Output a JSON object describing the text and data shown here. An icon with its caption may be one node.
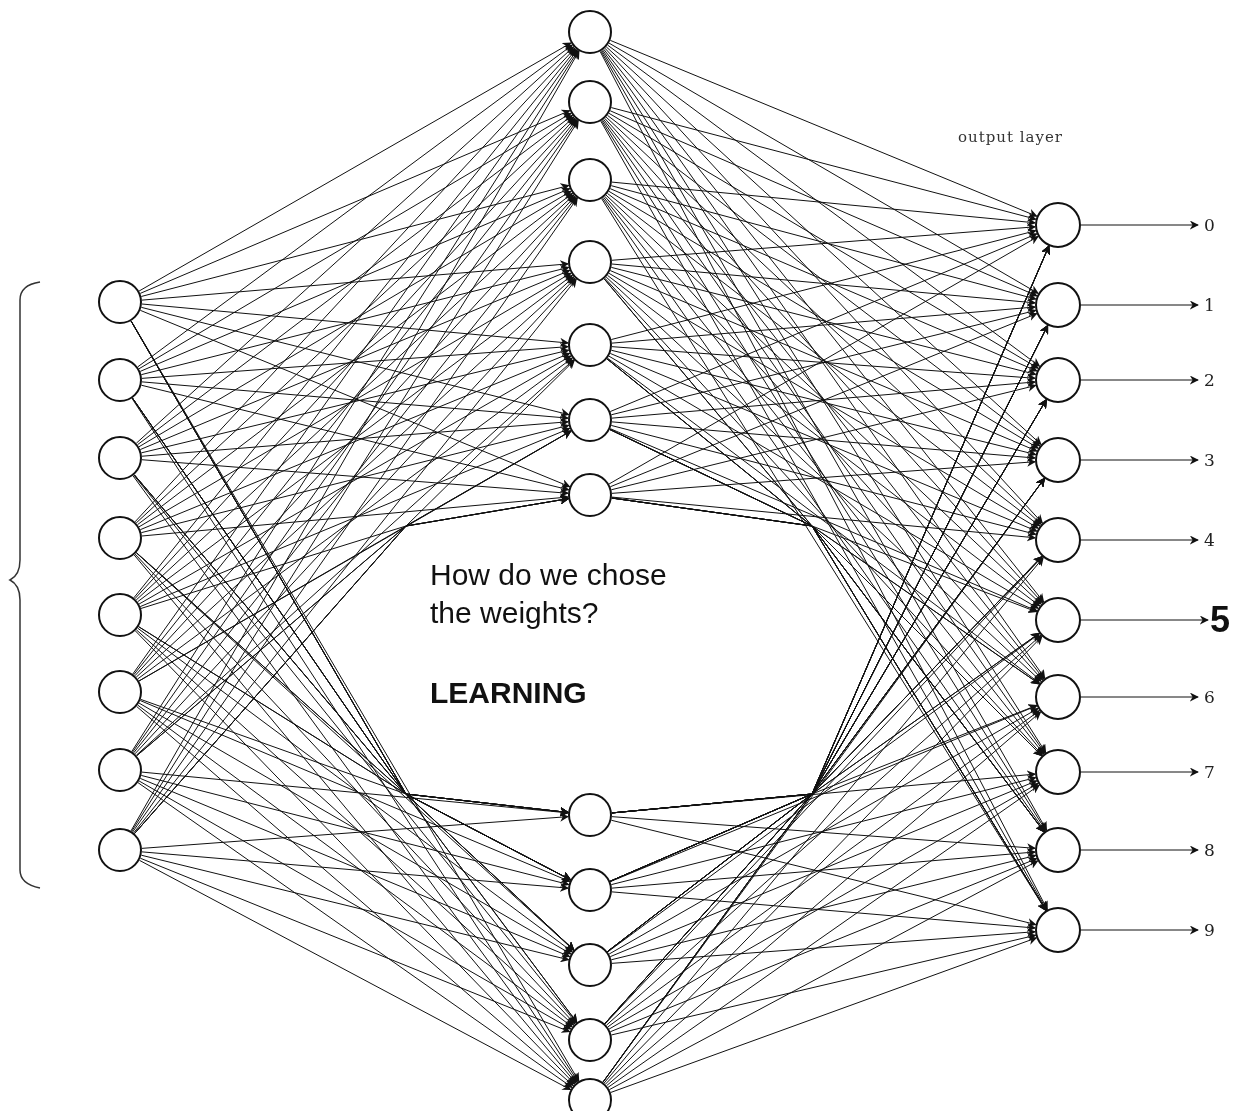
{
  "diagram": {
    "nodes": [
      {
        "text": [],
        "shape": "circle"
      },
      {
        "text": [],
        "shape": "circle"
      },
      {
        "text": [],
        "shape": "circle"
      },
      {
        "text": [],
        "shape": "circle"
      },
      {
        "text": [],
        "shape": "circle"
      },
      {
        "text": [],
        "shape": "circle"
      },
      {
        "text": [],
        "shape": "circle"
      },
      {
        "text": [],
        "shape": "circle"
      },
      {
        "text": [],
        "shape": "circle"
      },
      {
        "text": [],
        "shape": "circle"
      },
      {
        "text": [],
        "shape": "circle"
      },
      {
        "text": [],
        "shape": "circle"
      },
      {
        "text": [],
        "shape": "circle"
      },
      {
        "text": [],
        "shape": "circle"
      },
      {
        "text": [],
        "shape": "circle"
      },
      {
        "text": [],
        "shape": "circle"
      },
      {
        "text": [],
        "shape": "circle"
      },
      {
        "text": [],
        "shape": "circle"
      },
      {
        "text": [],
        "shape": "circle"
      },
      {
        "text": [],
        "shape": "circle"
      },
      {
        "text": [],
        "shape": "circle"
      },
      {
        "text": [],
        "shape": "circle"
      },
      {
        "text": [],
        "shape": "circle"
      },
      {
        "text": [],
        "shape": "circle"
      },
      {
        "text": [],
        "shape": "circle"
      },
      {
        "text": [],
        "shape": "circle"
      },
      {
        "text": [],
        "shape": "circle"
      },
      {
        "text": [],
        "shape": "circle"
      },
      {
        "text": [],
        "shape": "circle"
      },
      {
        "text": [],
        "shape": "circle"
      },
      {
        "text": [
          "0"
        ]
      },
      {
        "text": [
          "1"
        ]
      },
      {
        "text": [
          "2"
        ]
      },
      {
        "text": [
          "3"
        ]
      },
      {
        "text": [
          "4"
        ]
      },
      {
        "text": [
          "5"
        ]
      },
      {
        "text": [
          "6"
        ]
      },
      {
        "text": [
          "7"
        ]
      },
      {
        "text": [
          "8"
        ]
      },
      {
        "text": [
          "9"
        ]
      },
      {
        "text": [
          "How do we chose the weights?",
          "LEARNING"
        ]
      }
    ],
    "edges": [
      {
        "from": 0,
        "to": 8,
        "arrow": "to"
      },
      {
        "from": 0,
        "to": 9,
        "arrow": "to"
      },
      {
        "from": 0,
        "to": 10,
        "arrow": "to"
      },
      {
        "from": 0,
        "to": 11,
        "arrow": "to"
      },
      {
        "from": 0,
        "to": 12,
        "arrow": "to"
      },
      {
        "from": 0,
        "to": 13,
        "arrow": "to"
      },
      {
        "from": 0,
        "to": 14,
        "arrow": "to"
      },
      {
        "from": 0,
        "to": 15,
        "arrow": "to"
      },
      {
        "from": 0,
        "to": 16,
        "arrow": "to"
      },
      {
        "from": 0,
        "to": 17,
        "arrow": "to"
      },
      {
        "from": 0,
        "to": 18,
        "arrow": "to"
      },
      {
        "from": 0,
        "to": 19,
        "arrow": "to"
      },
      {
        "from": 1,
        "to": 8,
        "arrow": "to"
      },
      {
        "from": 1,
        "to": 9,
        "arrow": "to"
      },
      {
        "from": 1,
        "to": 10,
        "arrow": "to"
      },
      {
        "from": 1,
        "to": 11,
        "arrow": "to"
      },
      {
        "from": 1,
        "to": 12,
        "arrow": "to"
      },
      {
        "from": 1,
        "to": 13,
        "arrow": "to"
      },
      {
        "from": 1,
        "to": 14,
        "arrow": "to"
      },
      {
        "from": 1,
        "to": 15,
        "arrow": "to"
      },
      {
        "from": 1,
        "to": 16,
        "arrow": "to"
      },
      {
        "from": 1,
        "to": 17,
        "arrow": "to"
      },
      {
        "from": 1,
        "to": 18,
        "arrow": "to"
      },
      {
        "from": 1,
        "to": 19,
        "arrow": "to"
      },
      {
        "from": 2,
        "to": 8,
        "arrow": "to"
      },
      {
        "from": 2,
        "to": 9,
        "arrow": "to"
      },
      {
        "from": 2,
        "to": 10,
        "arrow": "to"
      },
      {
        "from": 2,
        "to": 11,
        "arrow": "to"
      },
      {
        "from": 2,
        "to": 12,
        "arrow": "to"
      },
      {
        "from": 2,
        "to": 13,
        "arrow": "to"
      },
      {
        "from": 2,
        "to": 14,
        "arrow": "to"
      },
      {
        "from": 2,
        "to": 15,
        "arrow": "to"
      },
      {
        "from": 2,
        "to": 16,
        "arrow": "to"
      },
      {
        "from": 2,
        "to": 17,
        "arrow": "to"
      },
      {
        "from": 2,
        "to": 18,
        "arrow": "to"
      },
      {
        "from": 2,
        "to": 19,
        "arrow": "to"
      },
      {
        "from": 3,
        "to": 8,
        "arrow": "to"
      },
      {
        "from": 3,
        "to": 9,
        "arrow": "to"
      },
      {
        "from": 3,
        "to": 10,
        "arrow": "to"
      },
      {
        "from": 3,
        "to": 11,
        "arrow": "to"
      },
      {
        "from": 3,
        "to": 12,
        "arrow": "to"
      },
      {
        "from": 3,
        "to": 13,
        "arrow": "to"
      },
      {
        "from": 3,
        "to": 14,
        "arrow": "to"
      },
      {
        "from": 3,
        "to": 15,
        "arrow": "to"
      },
      {
        "from": 3,
        "to": 16,
        "arrow": "to"
      },
      {
        "from": 3,
        "to": 17,
        "arrow": "to"
      },
      {
        "from": 3,
        "to": 18,
        "arrow": "to"
      },
      {
        "from": 3,
        "to": 19,
        "arrow": "to"
      },
      {
        "from": 4,
        "to": 8,
        "arrow": "to"
      },
      {
        "from": 4,
        "to": 9,
        "arrow": "to"
      },
      {
        "from": 4,
        "to": 10,
        "arrow": "to"
      },
      {
        "from": 4,
        "to": 11,
        "arrow": "to"
      },
      {
        "from": 4,
        "to": 12,
        "arrow": "to"
      },
      {
        "from": 4,
        "to": 13,
        "arrow": "to"
      },
      {
        "from": 4,
        "to": 14,
        "arrow": "to"
      },
      {
        "from": 4,
        "to": 15,
        "arrow": "to"
      },
      {
        "from": 4,
        "to": 16,
        "arrow": "to"
      },
      {
        "from": 4,
        "to": 17,
        "arrow": "to"
      },
      {
        "from": 4,
        "to": 18,
        "arrow": "to"
      },
      {
        "from": 4,
        "to": 19,
        "arrow": "to"
      },
      {
        "from": 5,
        "to": 8,
        "arrow": "to"
      },
      {
        "from": 5,
        "to": 9,
        "arrow": "to"
      },
      {
        "from": 5,
        "to": 10,
        "arrow": "to"
      },
      {
        "from": 5,
        "to": 11,
        "arrow": "to"
      },
      {
        "from": 5,
        "to": 12,
        "arrow": "to"
      },
      {
        "from": 5,
        "to": 13,
        "arrow": "to"
      },
      {
        "from": 5,
        "to": 14,
        "arrow": "to"
      },
      {
        "from": 5,
        "to": 15,
        "arrow": "to"
      },
      {
        "from": 5,
        "to": 16,
        "arrow": "to"
      },
      {
        "from": 5,
        "to": 17,
        "arrow": "to"
      },
      {
        "from": 5,
        "to": 18,
        "arrow": "to"
      },
      {
        "from": 5,
        "to": 19,
        "arrow": "to"
      },
      {
        "from": 6,
        "to": 8,
        "arrow": "to"
      },
      {
        "from": 6,
        "to": 9,
        "arrow": "to"
      },
      {
        "from": 6,
        "to": 10,
        "arrow": "to"
      },
      {
        "from": 6,
        "to": 11,
        "arrow": "to"
      },
      {
        "from": 6,
        "to": 12,
        "arrow": "to"
      },
      {
        "from": 6,
        "to": 13,
        "arrow": "to"
      },
      {
        "from": 6,
        "to": 14,
        "arrow": "to"
      },
      {
        "from": 6,
        "to": 15,
        "arrow": "to"
      },
      {
        "from": 6,
        "to": 16,
        "arrow": "to"
      },
      {
        "from": 6,
        "to": 17,
        "arrow": "to"
      },
      {
        "from": 6,
        "to": 18,
        "arrow": "to"
      },
      {
        "from": 6,
        "to": 19,
        "arrow": "to"
      },
      {
        "from": 7,
        "to": 8,
        "arrow": "to"
      },
      {
        "from": 7,
        "to": 9,
        "arrow": "to"
      },
      {
        "from": 7,
        "to": 10,
        "arrow": "to"
      },
      {
        "from": 7,
        "to": 11,
        "arrow": "to"
      },
      {
        "from": 7,
        "to": 12,
        "arrow": "to"
      },
      {
        "from": 7,
        "to": 13,
        "arrow": "to"
      },
      {
        "from": 7,
        "to": 14,
        "arrow": "to"
      },
      {
        "from": 7,
        "to": 15,
        "arrow": "to"
      },
      {
        "from": 7,
        "to": 16,
        "arrow": "to"
      },
      {
        "from": 7,
        "to": 17,
        "arrow": "to"
      },
      {
        "from": 7,
        "to": 18,
        "arrow": "to"
      },
      {
        "from": 7,
        "to": 19,
        "arrow": "to"
      },
      {
        "from": 8,
        "to": 20,
        "arrow": "to"
      },
      {
        "from": 8,
        "to": 21,
        "arrow": "to"
      },
      {
        "from": 8,
        "to": 22,
        "arrow": "to"
      },
      {
        "from": 8,
        "to": 23,
        "arrow": "to"
      },
      {
        "from": 8,
        "to": 24,
        "arrow": "to"
      },
      {
        "from": 8,
        "to": 25,
        "arrow": "to"
      },
      {
        "from": 8,
        "to": 26,
        "arrow": "to"
      },
      {
        "from": 8,
        "to": 27,
        "arrow": "to"
      },
      {
        "from": 8,
        "to": 28,
        "arrow": "to"
      },
      {
        "from": 8,
        "to": 29,
        "arrow": "to"
      },
      {
        "from": 9,
        "to": 20,
        "arrow": "to"
      },
      {
        "from": 9,
        "to": 21,
        "arrow": "to"
      },
      {
        "from": 9,
        "to": 22,
        "arrow": "to"
      },
      {
        "from": 9,
        "to": 23,
        "arrow": "to"
      },
      {
        "from": 9,
        "to": 24,
        "arrow": "to"
      },
      {
        "from": 9,
        "to": 25,
        "arrow": "to"
      },
      {
        "from": 9,
        "to": 26,
        "arrow": "to"
      },
      {
        "from": 9,
        "to": 27,
        "arrow": "to"
      },
      {
        "from": 9,
        "to": 28,
        "arrow": "to"
      },
      {
        "from": 9,
        "to": 29,
        "arrow": "to"
      },
      {
        "from": 10,
        "to": 20,
        "arrow": "to"
      },
      {
        "from": 10,
        "to": 21,
        "arrow": "to"
      },
      {
        "from": 10,
        "to": 22,
        "arrow": "to"
      },
      {
        "from": 10,
        "to": 23,
        "arrow": "to"
      },
      {
        "from": 10,
        "to": 24,
        "arrow": "to"
      },
      {
        "from": 10,
        "to": 25,
        "arrow": "to"
      },
      {
        "from": 10,
        "to": 26,
        "arrow": "to"
      },
      {
        "from": 10,
        "to": 27,
        "arrow": "to"
      },
      {
        "from": 10,
        "to": 28,
        "arrow": "to"
      },
      {
        "from": 10,
        "to": 29,
        "arrow": "to"
      },
      {
        "from": 11,
        "to": 20,
        "arrow": "to"
      },
      {
        "from": 11,
        "to": 21,
        "arrow": "to"
      },
      {
        "from": 11,
        "to": 22,
        "arrow": "to"
      },
      {
        "from": 11,
        "to": 23,
        "arrow": "to"
      },
      {
        "from": 11,
        "to": 24,
        "arrow": "to"
      },
      {
        "from": 11,
        "to": 25,
        "arrow": "to"
      },
      {
        "from": 11,
        "to": 26,
        "arrow": "to"
      },
      {
        "from": 11,
        "to": 27,
        "arrow": "to"
      },
      {
        "from": 11,
        "to": 28,
        "arrow": "to"
      },
      {
        "from": 11,
        "to": 29,
        "arrow": "to"
      },
      {
        "from": 12,
        "to": 20,
        "arrow": "to"
      },
      {
        "from": 12,
        "to": 21,
        "arrow": "to"
      },
      {
        "from": 12,
        "to": 22,
        "arrow": "to"
      },
      {
        "from": 12,
        "to": 23,
        "arrow": "to"
      },
      {
        "from": 12,
        "to": 24,
        "arrow": "to"
      },
      {
        "from": 12,
        "to": 25,
        "arrow": "to"
      },
      {
        "from": 12,
        "to": 26,
        "arrow": "to"
      },
      {
        "from": 12,
        "to": 27,
        "arrow": "to"
      },
      {
        "from": 12,
        "to": 28,
        "arrow": "to"
      },
      {
        "from": 12,
        "to": 29,
        "arrow": "to"
      },
      {
        "from": 13,
        "to": 20,
        "arrow": "to"
      },
      {
        "from": 13,
        "to": 21,
        "arrow": "to"
      },
      {
        "from": 13,
        "to": 22,
        "arrow": "to"
      },
      {
        "from": 13,
        "to": 23,
        "arrow": "to"
      },
      {
        "from": 13,
        "to": 24,
        "arrow": "to"
      },
      {
        "from": 13,
        "to": 25,
        "arrow": "to"
      },
      {
        "from": 13,
        "to": 26,
        "arrow": "to"
      },
      {
        "from": 13,
        "to": 27,
        "arrow": "to"
      },
      {
        "from": 13,
        "to": 28,
        "arrow": "to"
      },
      {
        "from": 13,
        "to": 29,
        "arrow": "to"
      },
      {
        "from": 14,
        "to": 20,
        "arrow": "to"
      },
      {
        "from": 14,
        "to": 21,
        "arrow": "to"
      },
      {
        "from": 14,
        "to": 22,
        "arrow": "to"
      },
      {
        "from": 14,
        "to": 23,
        "arrow": "to"
      },
      {
        "from": 14,
        "to": 24,
        "arrow": "to"
      },
      {
        "from": 14,
        "to": 25,
        "arrow": "to"
      },
      {
        "from": 14,
        "to": 26,
        "arrow": "to"
      },
      {
        "from": 14,
        "to": 27,
        "arrow": "to"
      },
      {
        "from": 14,
        "to": 28,
        "arrow": "to"
      },
      {
        "from": 14,
        "to": 29,
        "arrow": "to"
      },
      {
        "from": 15,
        "to": 20,
        "arrow": "to"
      },
      {
        "from": 15,
        "to": 21,
        "arrow": "to"
      },
      {
        "from": 15,
        "to": 22,
        "arrow": "to"
      },
      {
        "from": 15,
        "to": 23,
        "arrow": "to"
      },
      {
        "from": 15,
        "to": 24,
        "arrow": "to"
      },
      {
        "from": 15,
        "to": 25,
        "arrow": "to"
      },
      {
        "from": 15,
        "to": 26,
        "arrow": "to"
      },
      {
        "from": 15,
        "to": 27,
        "arrow": "to"
      },
      {
        "from": 15,
        "to": 28,
        "arrow": "to"
      },
      {
        "from": 15,
        "to": 29,
        "arrow": "to"
      },
      {
        "from": 16,
        "to": 20,
        "arrow": "to"
      },
      {
        "from": 16,
        "to": 21,
        "arrow": "to"
      },
      {
        "from": 16,
        "to": 22,
        "arrow": "to"
      },
      {
        "from": 16,
        "to": 23,
        "arrow": "to"
      },
      {
        "from": 16,
        "to": 24,
        "arrow": "to"
      },
      {
        "from": 16,
        "to": 25,
        "arrow": "to"
      },
      {
        "from": 16,
        "to": 26,
        "arrow": "to"
      },
      {
        "from": 16,
        "to": 27,
        "arrow": "to"
      },
      {
        "from": 16,
        "to": 28,
        "arrow": "to"
      },
      {
        "from": 16,
        "to": 29,
        "arrow": "to"
      },
      {
        "from": 17,
        "to": 20,
        "arrow": "to"
      },
      {
        "from": 17,
        "to": 21,
        "arrow": "to"
      },
      {
        "from": 17,
        "to": 22,
        "arrow": "to"
      },
      {
        "from": 17,
        "to": 23,
        "arrow": "to"
      },
      {
        "from": 17,
        "to": 24,
        "arrow": "to"
      },
      {
        "from": 17,
        "to": 25,
        "arrow": "to"
      },
      {
        "from": 17,
        "to": 26,
        "arrow": "to"
      },
      {
        "from": 17,
        "to": 27,
        "arrow": "to"
      },
      {
        "from": 17,
        "to": 28,
        "arrow": "to"
      },
      {
        "from": 17,
        "to": 29,
        "arrow": "to"
      },
      {
        "from": 18,
        "to": 20,
        "arrow": "to"
      },
      {
        "from": 18,
        "to": 21,
        "arrow": "to"
      },
      {
        "from": 18,
        "to": 22,
        "arrow": "to"
      },
      {
        "from": 18,
        "to": 23,
        "arrow": "to"
      },
      {
        "from": 18,
        "to": 24,
        "arrow": "to"
      },
      {
        "from": 18,
        "to": 25,
        "arrow": "to"
      },
      {
        "from": 18,
        "to": 26,
        "arrow": "to"
      },
      {
        "from": 18,
        "to": 27,
        "arrow": "to"
      },
      {
        "from": 18,
        "to": 28,
        "arrow": "to"
      },
      {
        "from": 18,
        "to": 29,
        "arrow": "to"
      },
      {
        "from": 19,
        "to": 20,
        "arrow": "to"
      },
      {
        "from": 19,
        "to": 21,
        "arrow": "to"
      },
      {
        "from": 19,
        "to": 22,
        "arrow": "to"
      },
      {
        "from": 19,
        "to": 23,
        "arrow": "to"
      },
      {
        "from": 19,
        "to": 24,
        "arrow": "to"
      },
      {
        "from": 19,
        "to": 25,
        "arrow": "to"
      },
      {
        "from": 19,
        "to": 26,
        "arrow": "to"
      },
      {
        "from": 19,
        "to": 27,
        "arrow": "to"
      },
      {
        "from": 19,
        "to": 28,
        "arrow": "to"
      },
      {
        "from": 19,
        "to": 29,
        "arrow": "to"
      },
      {
        "from": 20,
        "to": 30,
        "arrow": "to"
      },
      {
        "from": 21,
        "to": 31,
        "arrow": "to"
      },
      {
        "from": 22,
        "to": 32,
        "arrow": "to"
      },
      {
        "from": 23,
        "to": 33,
        "arrow": "to"
      },
      {
        "from": 24,
        "to": 34,
        "arrow": "to"
      },
      {
        "from": 25,
        "to": 35,
        "arrow": "to"
      },
      {
        "from": 26,
        "to": 36,
        "arrow": "to"
      },
      {
        "from": 27,
        "to": 37,
        "arrow": "to"
      },
      {
        "from": 28,
        "to": 38,
        "arrow": "to"
      },
      {
        "from": 29,
        "to": 39,
        "arrow": "to"
      }
    ],
    "labels": [
      "output layer"
    ]
  }
}
